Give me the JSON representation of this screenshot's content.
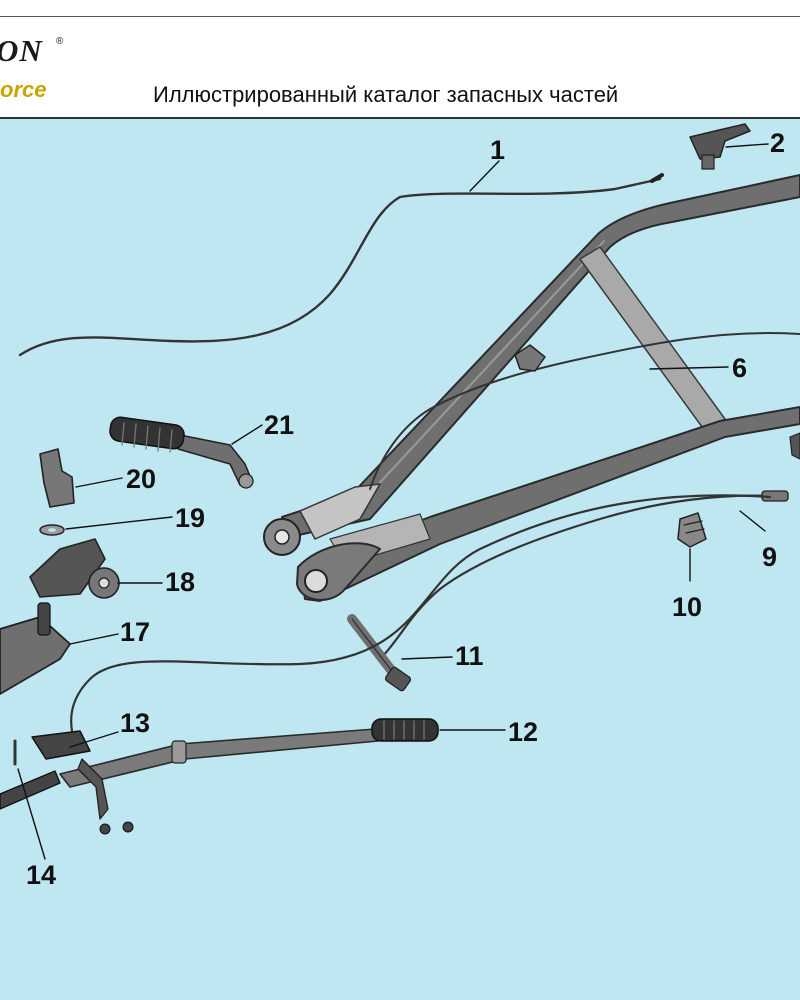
{
  "header": {
    "logo_top": "ON",
    "logo_registered": "®",
    "logo_bottom": "orce",
    "title": "Иллюстрированный каталог запасных частей"
  },
  "colors": {
    "diagram_background": "#bfe7f1",
    "part_fill": "#6f6f6f",
    "part_dark": "#3a3a3a",
    "crossbar": "#a9a9a9",
    "brand_accent": "#c9a400"
  },
  "callouts": [
    {
      "id": "c1",
      "label": "1"
    },
    {
      "id": "c2",
      "label": "2"
    },
    {
      "id": "c6",
      "label": "6"
    },
    {
      "id": "c9",
      "label": "9"
    },
    {
      "id": "c10",
      "label": "10"
    },
    {
      "id": "c11",
      "label": "11"
    },
    {
      "id": "c12",
      "label": "12"
    },
    {
      "id": "c13",
      "label": "13"
    },
    {
      "id": "c14",
      "label": "14"
    },
    {
      "id": "c17",
      "label": "17"
    },
    {
      "id": "c18",
      "label": "18"
    },
    {
      "id": "c19",
      "label": "19"
    },
    {
      "id": "c20",
      "label": "20"
    },
    {
      "id": "c21",
      "label": "21"
    }
  ]
}
